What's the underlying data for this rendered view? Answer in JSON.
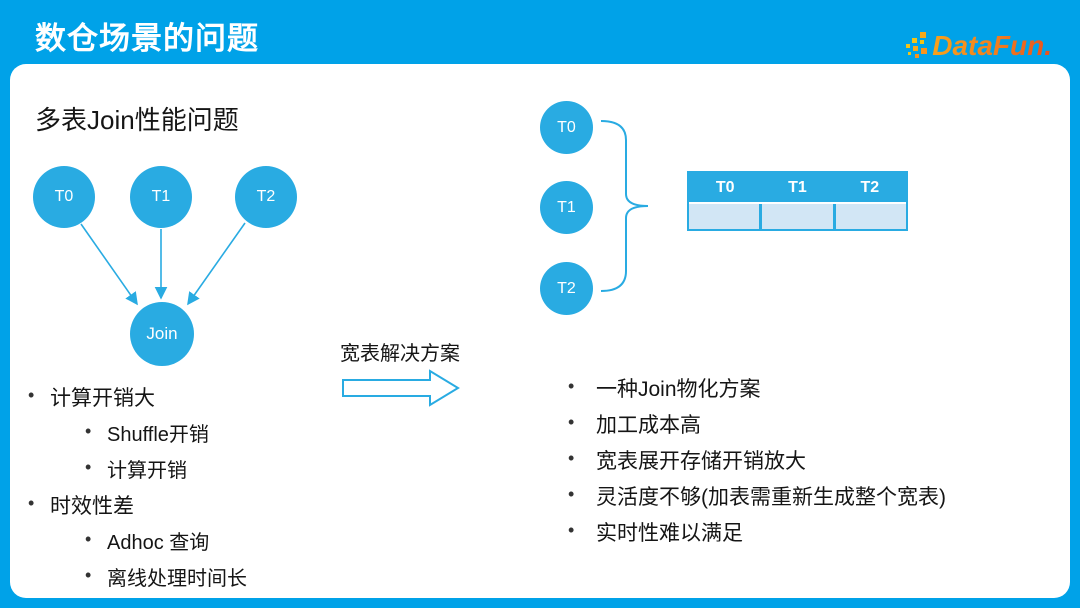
{
  "slide": {
    "title": "数仓场景的问题",
    "logo_text": "DataFun."
  },
  "left": {
    "heading": "多表Join性能问题",
    "diagram": {
      "sources": [
        "T0",
        "T1",
        "T2"
      ],
      "target": "Join"
    },
    "bullets": [
      {
        "level": 1,
        "text": "计算开销大"
      },
      {
        "level": 2,
        "text": "Shuffle开销"
      },
      {
        "level": 2,
        "text": "计算开销"
      },
      {
        "level": 1,
        "text": "时效性差"
      },
      {
        "level": 2,
        "text": "Adhoc 查询"
      },
      {
        "level": 2,
        "text": "离线处理时间长"
      }
    ]
  },
  "middle": {
    "arrow_label": "宽表解决方案"
  },
  "right": {
    "diagram": {
      "sources": [
        "T0",
        "T1",
        "T2"
      ]
    },
    "table": {
      "headers": [
        "T0",
        "T1",
        "T2"
      ],
      "rows": [
        [
          "",
          "",
          ""
        ]
      ]
    },
    "bullets": [
      {
        "text": "一种Join物化方案"
      },
      {
        "text": "加工成本高"
      },
      {
        "text": "宽表展开存储开销放大"
      },
      {
        "text": "灵活度不够(加表需重新生成整个宽表)"
      },
      {
        "text": "实时性难以满足"
      }
    ]
  },
  "icons": {
    "logo_dots": "datafun-dots-icon",
    "brace": "curly-brace-icon",
    "block_arrow": "right-block-arrow-icon"
  },
  "colors": {
    "accent_cyan": "#00A2E8",
    "circle_cyan": "#29ABE2",
    "table_cell_light": "#D2E6F5",
    "logo_orange": "#F07D1F",
    "text_dark": "#151515"
  }
}
